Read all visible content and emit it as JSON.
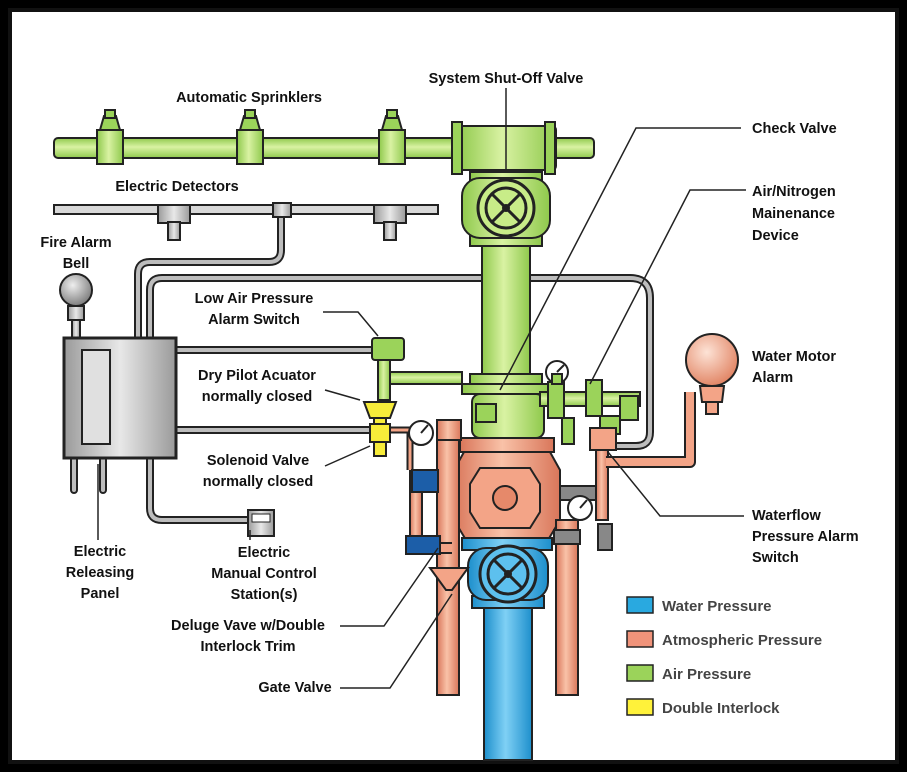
{
  "labels": {
    "automatic_sprinklers": "Automatic Sprinklers",
    "system_shutoff_valve": "System Shut-Off Valve",
    "check_valve": "Check Valve",
    "electric_detectors": "Electric Detectors",
    "air_nitrogen": [
      "Air/Nitrogen",
      "Mainenance",
      "Device"
    ],
    "fire_alarm_bell": [
      "Fire Alarm",
      "Bell"
    ],
    "low_air_pressure": [
      "Low Air Pressure",
      "Alarm Switch"
    ],
    "water_motor_alarm": [
      "Water Motor",
      "Alarm"
    ],
    "dry_pilot": [
      "Dry Pilot Acuator",
      "normally closed"
    ],
    "solenoid_valve": [
      "Solenoid Valve",
      "normally closed"
    ],
    "waterflow_switch": [
      "Waterflow",
      "Pressure Alarm",
      "Switch"
    ],
    "electric_releasing_panel": [
      "Electric",
      "Releasing",
      "Panel"
    ],
    "electric_manual_station": [
      "Electric",
      "Manual Control",
      "Station(s)"
    ],
    "deluge_valve": [
      "Deluge Vave w/Double",
      "Interlock Trim"
    ],
    "gate_valve": "Gate Valve"
  },
  "legend": [
    {
      "label": "Water Pressure",
      "color": "#29a9e0"
    },
    {
      "label": "Atmospheric Pressure",
      "color": "#f0937a"
    },
    {
      "label": "Air Pressure",
      "color": "#9bd35a"
    },
    {
      "label": "Double Interlock",
      "color": "#fff23a"
    }
  ],
  "colors": {
    "air": "#bfe67a",
    "water": "#3bb0e6",
    "atmospheric": "#f3a487",
    "interlock": "#f7ec3a",
    "panel": "#cccccc"
  }
}
